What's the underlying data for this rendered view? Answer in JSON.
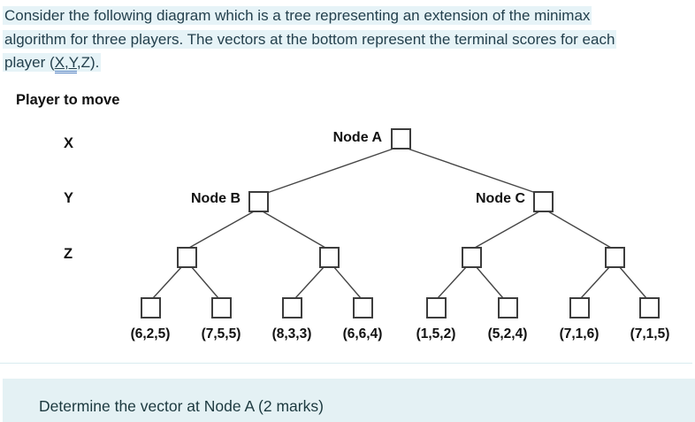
{
  "intro": {
    "line1": "Consider the following diagram which is a tree representing an extension of the minimax",
    "line2": "algorithm for three players. The vectors at the bottom represent the terminal scores for each",
    "line3_prefix": "player (",
    "line3_underlined": "X,Y",
    "line3_suffix": ",Z)."
  },
  "diagram": {
    "heading": "Player to move",
    "players": [
      "X",
      "Y",
      "Z"
    ],
    "node_labels": {
      "a": "Node A",
      "b": "Node B",
      "c": "Node C"
    },
    "terminal_vectors": [
      "(6,2,5)",
      "(7,5,5)",
      "(8,3,3)",
      "(6,6,4)",
      "(1,5,2)",
      "(5,2,4)",
      "(7,1,6)",
      "(7,1,5)"
    ]
  },
  "footer": {
    "prompt": "Determine the vector at Node A (2 marks)"
  },
  "colors": {
    "highlight": "#e6f3f7",
    "footer_bg": "#e4f1f4",
    "intro_text": "#24404d",
    "underline_accent": "#4d7ebf",
    "diagram_ink": "#111111"
  }
}
